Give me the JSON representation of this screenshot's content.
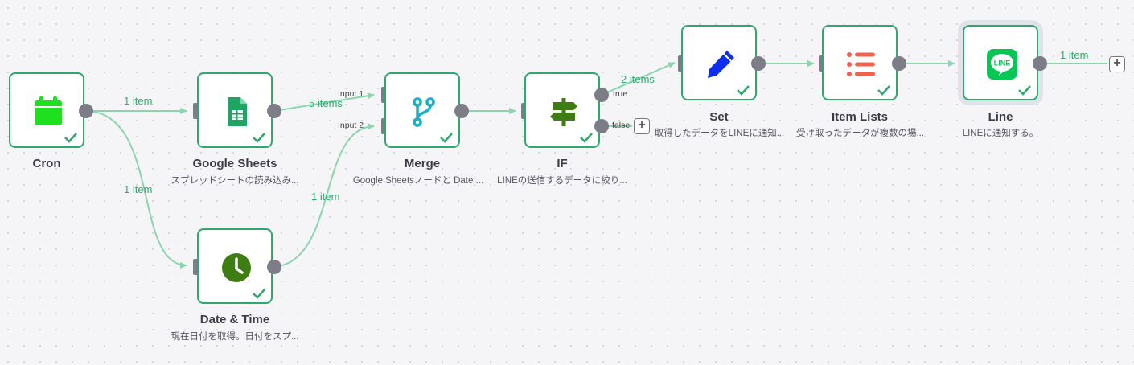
{
  "colors": {
    "success": "#2ea96b",
    "wire": "#8ad5ae",
    "handle": "#7d7d87"
  },
  "nodes": {
    "cron": {
      "name": "Cron",
      "subtitle": "",
      "icon": "calendar-icon"
    },
    "sheets": {
      "name": "Google Sheets",
      "subtitle": "スプレッドシートの読み込み...",
      "icon": "google-sheets-icon"
    },
    "datetime": {
      "name": "Date & Time",
      "subtitle": "現在日付を取得。日付をスプ...",
      "icon": "clock-icon"
    },
    "merge": {
      "name": "Merge",
      "subtitle": "Google Sheetsノードと Date ...",
      "icon": "merge-icon",
      "input1": "Input 1",
      "input2": "Input 2"
    },
    "if": {
      "name": "IF",
      "subtitle": "LINEの送信するデータに絞り...",
      "icon": "signpost-icon",
      "true_label": "true",
      "false_label": "false"
    },
    "set": {
      "name": "Set",
      "subtitle": "取得したデータをLINEに通知...",
      "icon": "pencil-icon"
    },
    "itemlists": {
      "name": "Item Lists",
      "subtitle": "受け取ったデータが複数の場...",
      "icon": "list-icon"
    },
    "line": {
      "name": "Line",
      "subtitle": "LINEに通知する。",
      "icon": "line-app-icon",
      "logo_text": "LINE"
    }
  },
  "wires": {
    "cron_sheets": "1 item",
    "cron_datetime": "1 item",
    "sheets_merge": "5 items",
    "datetime_merge": "1 item",
    "if_set": "2 items",
    "line_out": "1 item"
  },
  "add_button": "+"
}
